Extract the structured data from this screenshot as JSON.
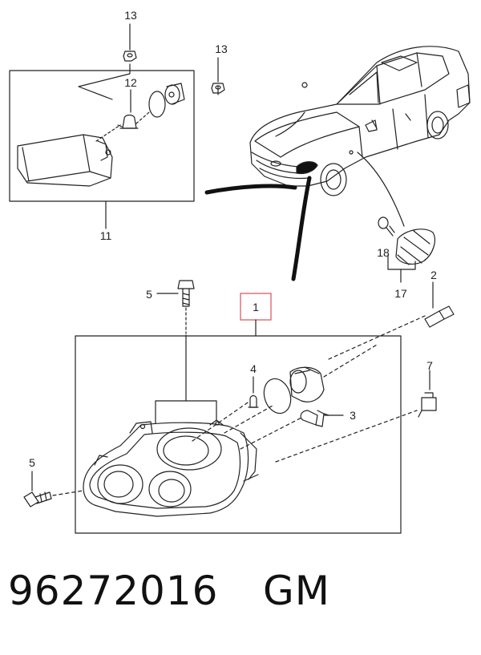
{
  "diagram": {
    "callouts": {
      "c1": "1",
      "c2": "2",
      "c3": "3",
      "c4": "4",
      "c5a": "5",
      "c5b": "5",
      "c7": "7",
      "c11": "11",
      "c12": "12",
      "c13a": "13",
      "c13b": "13",
      "c17": "17",
      "c18": "18"
    },
    "highlight_color": "#e0707a"
  },
  "footer": {
    "part_number": "96272016",
    "maker": "GM"
  }
}
